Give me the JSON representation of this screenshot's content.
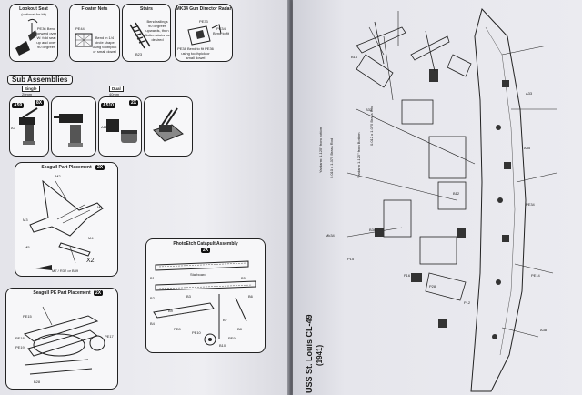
{
  "top_row": [
    {
      "title": "Lookout Seat",
      "subtitle": "(optional for kit)",
      "note": "PE36 Bend forward over W: fold seat up and over 90 degrees",
      "part": "PE36"
    },
    {
      "title": "Floater Nets",
      "note": "Bend in 1/4 circle shape using toothpick or small dowel",
      "part": "PE44"
    },
    {
      "title": "Stairs",
      "note": "Bend railings 90 degrees upwards, then flatten stairs as desired",
      "part": "B23"
    },
    {
      "title": "MK34 Gun Director Radar",
      "note1": "PE34 Bend to fit",
      "note2": "PE38 Bend to fit PE36 using toothpick or small dowel",
      "part": "PE33"
    }
  ],
  "sub_assemblies": {
    "title": "Sub Assemblies",
    "single": {
      "label": "Single",
      "size": "20mm"
    },
    "dual": {
      "label": "Dual",
      "size": "40mm"
    },
    "parts": [
      {
        "code": "A59",
        "qty": "8X",
        "sub": "A7"
      },
      {
        "code": "A510",
        "qty": "2X",
        "sub": "A11"
      }
    ]
  },
  "seagull_part": {
    "title": "Seagull Part Placement",
    "qty": "2X",
    "labels": [
      "M2",
      "M1",
      "M3",
      "M4",
      "M5",
      "X2",
      "M7 / R32 or B39"
    ]
  },
  "seagull_pe": {
    "title": "Seagull PE Part Placement",
    "qty": "2X",
    "labels": [
      "PE15",
      "PE17",
      "PE18",
      "PE19",
      "B28"
    ]
  },
  "catapult": {
    "title": "PhotoEtch Catapult Assembly",
    "qty": "2X",
    "labels": [
      "Starboard",
      "B1",
      "B2",
      "B3",
      "B4",
      "B5",
      "B6",
      "B7",
      "B8",
      "PE8",
      "PE9",
      "PE10",
      "B9",
      "B10"
    ]
  },
  "ship": {
    "name": "USS St. Louis  CL-49",
    "year": "(1941)",
    "callouts": [
      "Yardarm: 1.125\" from bottom",
      "0.010 x 1.375 Brass Rod",
      "0.012 x 1.075 Brass Rod",
      "Yardarm 1.125\" from Bottom",
      "Mk34",
      "B33",
      "B36",
      "P15",
      "P16",
      "P28",
      "P12",
      "PE34",
      "PE14",
      "A33",
      "A35",
      "A38",
      "B16",
      "B12"
    ]
  },
  "colors": {
    "paper": "#e9e9ee",
    "ink": "#1c1c1c",
    "background": "#7e7f86"
  }
}
